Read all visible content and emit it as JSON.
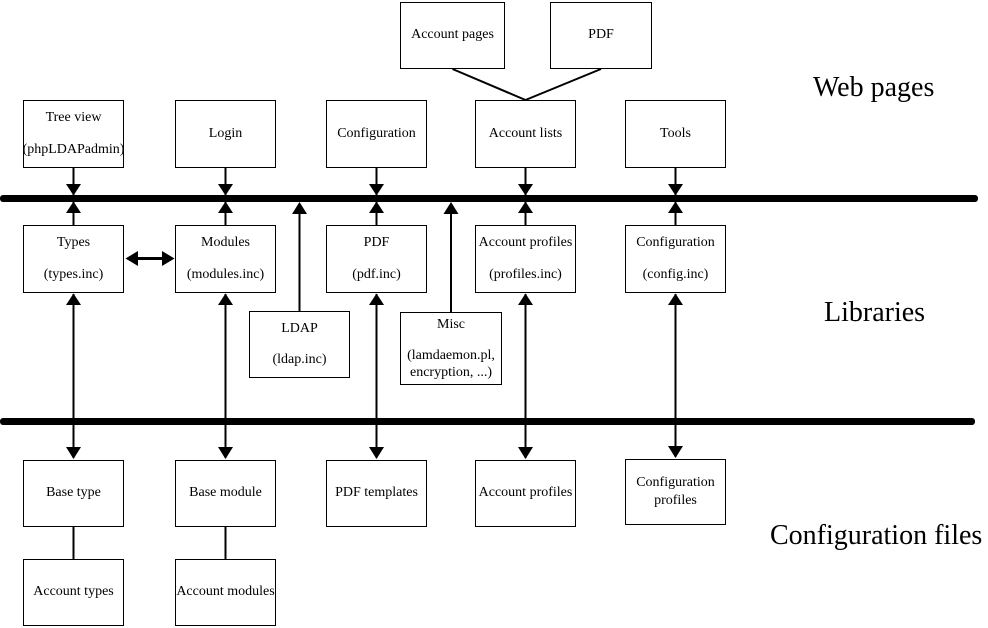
{
  "diagram": {
    "layer_labels": {
      "web_pages": "Web pages",
      "libraries": "Libraries",
      "configuration_files": "Configuration files"
    },
    "nodes": {
      "account_pages": {
        "lines": [
          "Account pages"
        ]
      },
      "pdf_page": {
        "lines": [
          "PDF"
        ]
      },
      "tree_view": {
        "lines": [
          "Tree view",
          "(phpLDAPadmin)"
        ]
      },
      "login": {
        "lines": [
          "Login"
        ]
      },
      "configuration_page": {
        "lines": [
          "Configuration"
        ]
      },
      "account_lists": {
        "lines": [
          "Account lists"
        ]
      },
      "tools": {
        "lines": [
          "Tools"
        ]
      },
      "types": {
        "lines": [
          "Types",
          "(types.inc)"
        ]
      },
      "modules": {
        "lines": [
          "Modules",
          "(modules.inc)"
        ]
      },
      "pdf_lib": {
        "lines": [
          "PDF",
          "(pdf.inc)"
        ]
      },
      "account_profiles_lib": {
        "lines": [
          "Account profiles",
          "(profiles.inc)"
        ]
      },
      "configuration_lib": {
        "lines": [
          "Configuration",
          "(config.inc)"
        ]
      },
      "ldap": {
        "lines": [
          "LDAP",
          "(ldap.inc)"
        ]
      },
      "misc": {
        "lines": [
          "Misc",
          "(lamdaemon.pl,",
          "encryption, ...)"
        ]
      },
      "base_type": {
        "lines": [
          "Base type"
        ]
      },
      "base_module": {
        "lines": [
          "Base module"
        ]
      },
      "pdf_templates": {
        "lines": [
          "PDF templates"
        ]
      },
      "account_profiles_files": {
        "lines": [
          "Account profiles"
        ]
      },
      "configuration_profiles": {
        "lines": [
          "Configuration",
          "profiles"
        ]
      },
      "account_types": {
        "lines": [
          "Account types"
        ]
      },
      "account_modules": {
        "lines": [
          "Account modules"
        ]
      }
    },
    "colors": {
      "line": "#000000",
      "background": "#ffffff"
    }
  }
}
